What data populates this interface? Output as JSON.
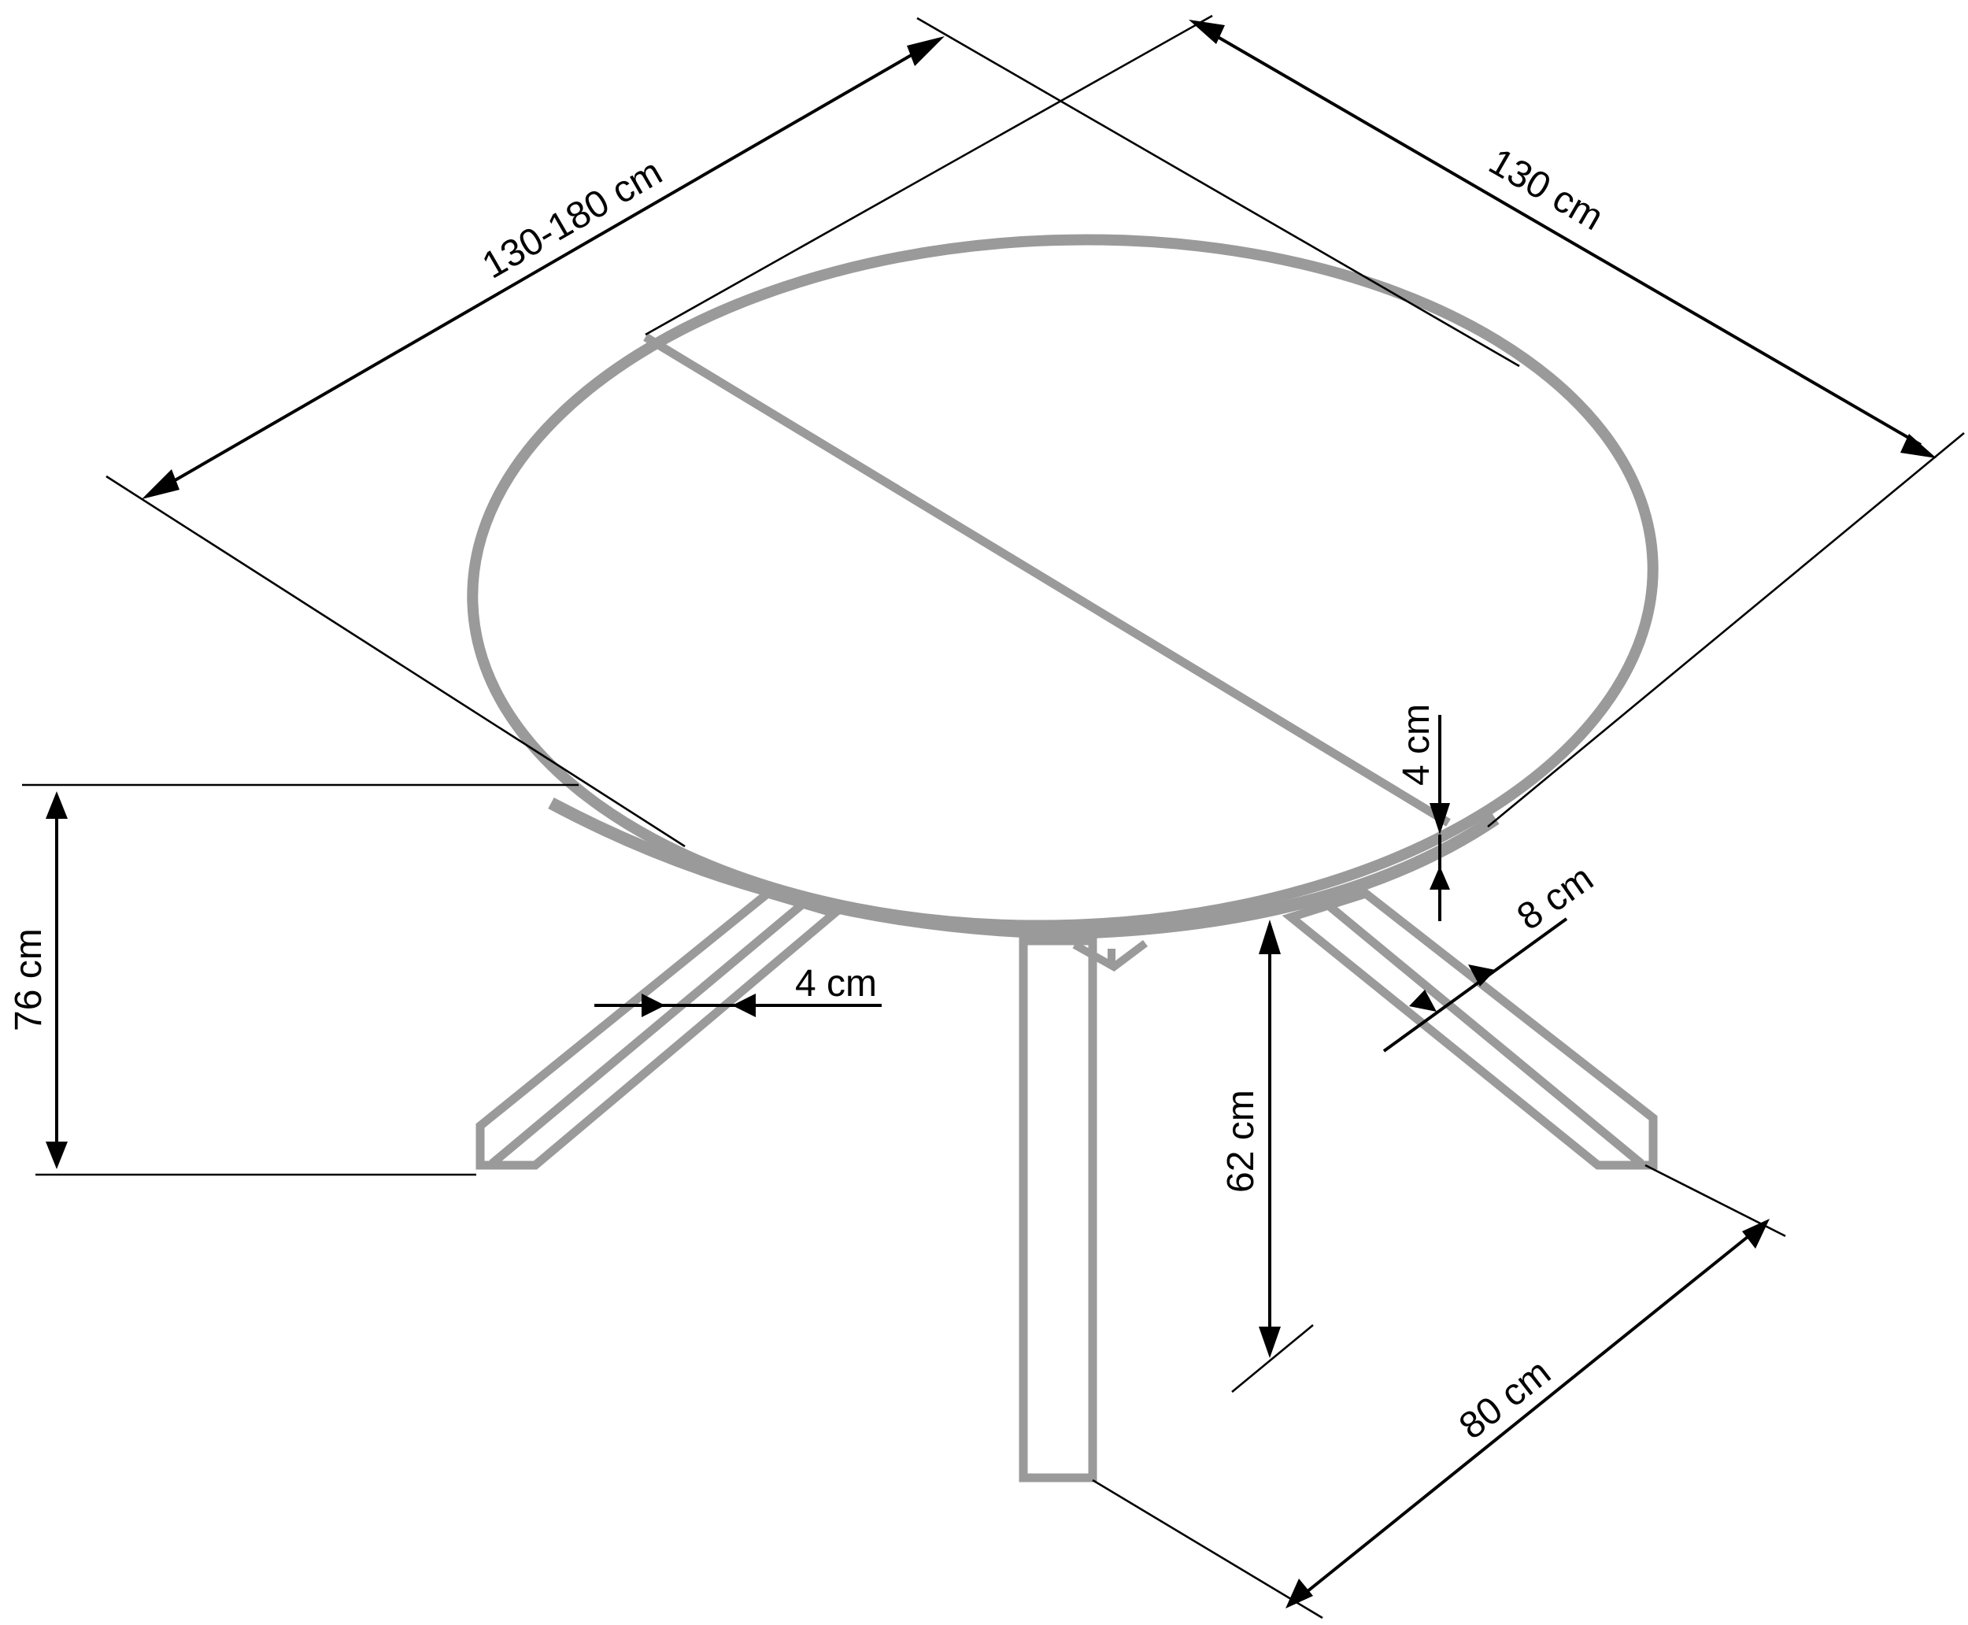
{
  "diagram": {
    "subject": "Extendable round dining table with star base",
    "colors": {
      "table_outline": "#9a9a9a",
      "dimension_lines": "#000000",
      "background": "#ffffff"
    },
    "dimensions": {
      "length": "130-180 cm",
      "width": "130 cm",
      "top_thickness": "4 cm",
      "leg_depth": "8 cm",
      "leg_width": "4 cm",
      "total_height": "76 cm",
      "under_top_height": "62 cm",
      "base_depth": "80 cm"
    }
  }
}
